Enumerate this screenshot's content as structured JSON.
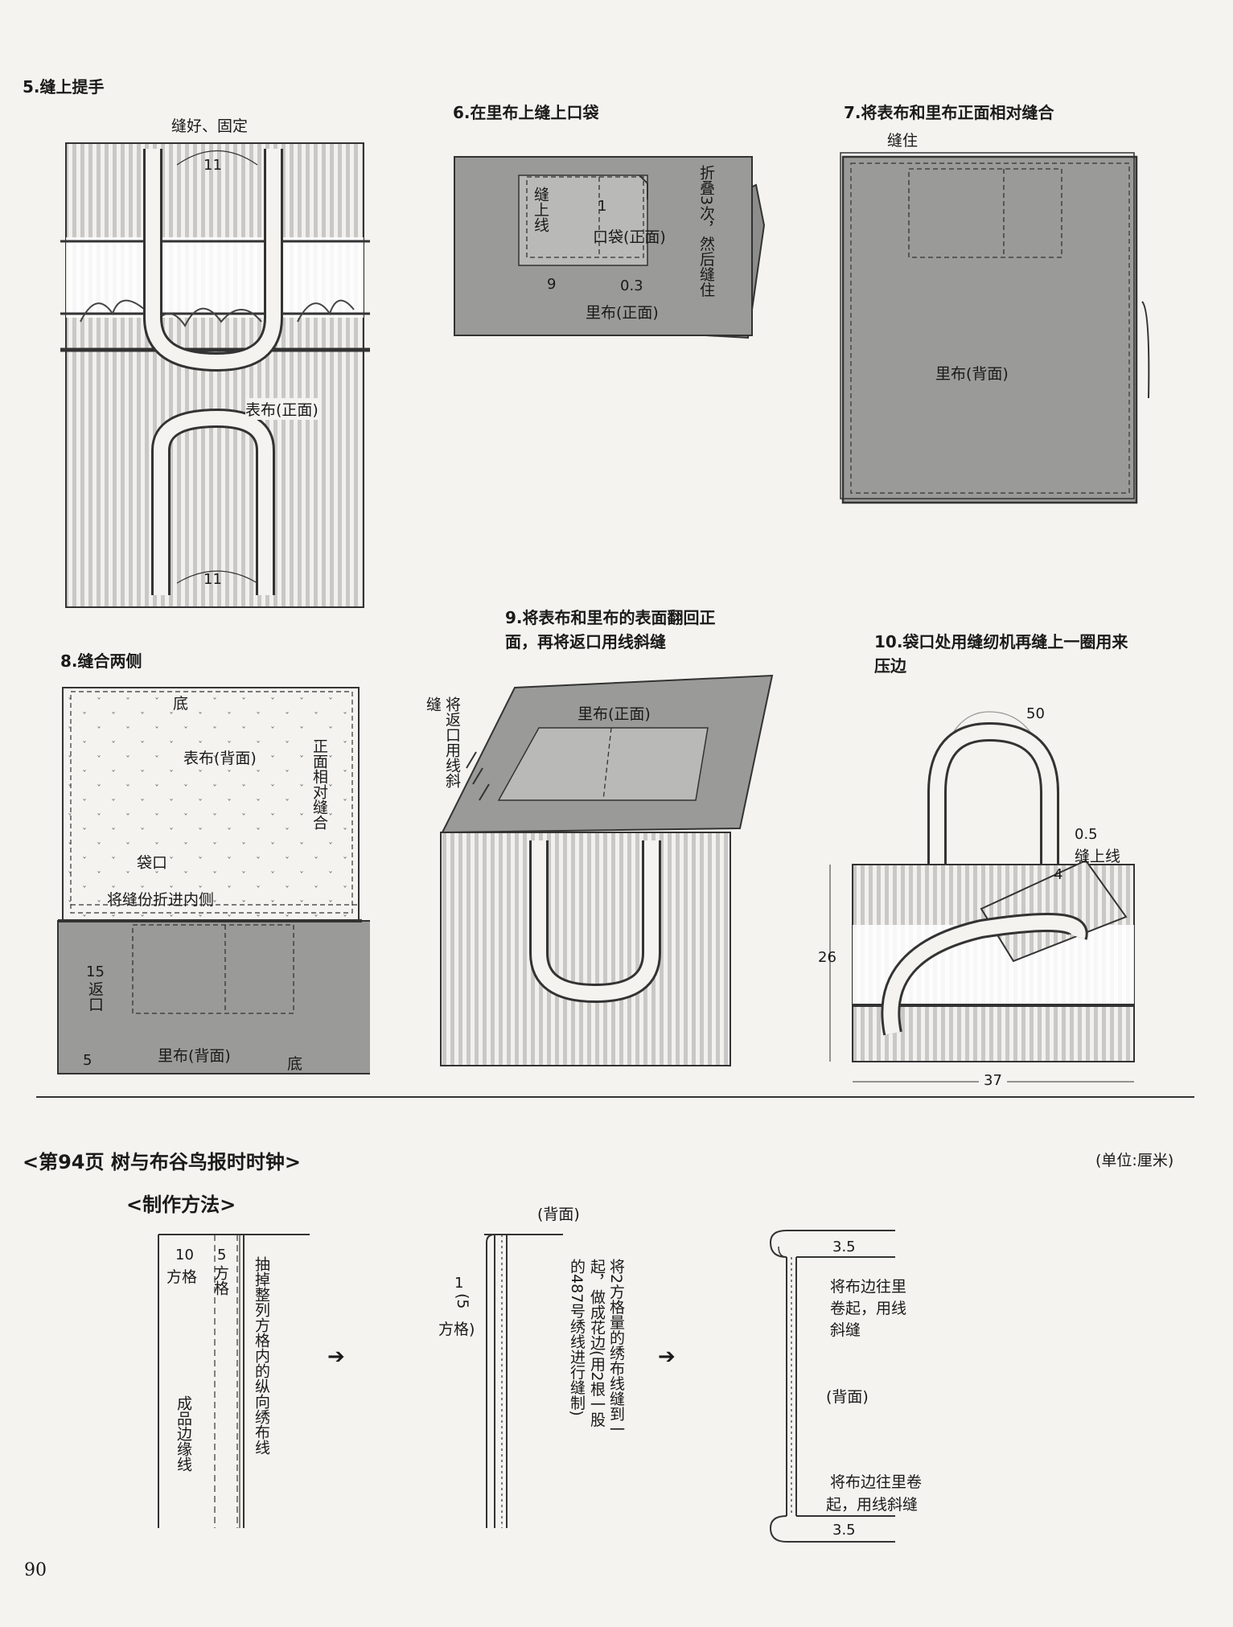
{
  "steps": {
    "s5": {
      "title": "5.缝上提手",
      "note_top": "缝好、固定",
      "dim_top": "11",
      "label_face": "表布(正面)",
      "dim_bottom": "11"
    },
    "s6": {
      "title": "6.在里布上缝上口袋",
      "sew_line": "缝上线",
      "dim1": "1",
      "pocket": "口袋(正面)",
      "dim9": "9",
      "dim03": "0.3",
      "lining": "里布(正面)",
      "fold_note": "折叠3次，然后缝住"
    },
    "s7": {
      "title": "7.将表布和里布正面相对缝合",
      "sew": "缝住",
      "lining_back": "里布(背面)"
    },
    "s8": {
      "title": "8.缝合两侧",
      "bottom": "底",
      "outer_back": "表布(背面)",
      "facing_note": "正面相对缝合",
      "opening": "袋口",
      "fold_in": "将缝份折进内侧",
      "return_dim": "15",
      "return_label": "返口",
      "dim5": "5",
      "lining_back": "里布(背面)",
      "bottom2": "底"
    },
    "s9": {
      "title_l1": "9.将表布和里布的表面翻回正",
      "title_l2": "面，再将返口用线斜缝",
      "lining_front": "里布(正面)",
      "slant_note": "将返口用线斜缝"
    },
    "s10": {
      "title_l1": "10.袋口处用缝纫机再缝上一圈用来",
      "title_l2": "压边",
      "dim50": "50",
      "dim05": "0.5",
      "sew_label": "缝上线",
      "dim4": "4",
      "dim26": "26",
      "dim37": "37"
    }
  },
  "section": {
    "heading": "<第94页 树与布谷鸟报时时钟>",
    "unit": "(单位:厘米)",
    "method": "<制作方法>"
  },
  "method": {
    "p1": {
      "d10": "10",
      "d10u": "方格",
      "d5": "5",
      "d5u": "方格",
      "pull": "抽掉整列方格内的纵向绣布线",
      "edge": "成品边缘线"
    },
    "p2": {
      "back": "(背面)",
      "d1": "1",
      "d5": "(5",
      "d5u": "方格)",
      "instr_a": "将2方格量的绣布线缝到一",
      "instr_b": "起，做成花边(用2根一股",
      "instr_c": "的487号绣线进行缝制)"
    },
    "p3": {
      "d35top": "3.5",
      "roll_a": "将布边往里",
      "roll_b": "卷起，用线",
      "roll_c": "斜缝",
      "back": "(背面)",
      "roll2_a": "将布边往里卷",
      "roll2_b": "起，用线斜缝",
      "d35bot": "3.5"
    }
  },
  "page_number": "90"
}
